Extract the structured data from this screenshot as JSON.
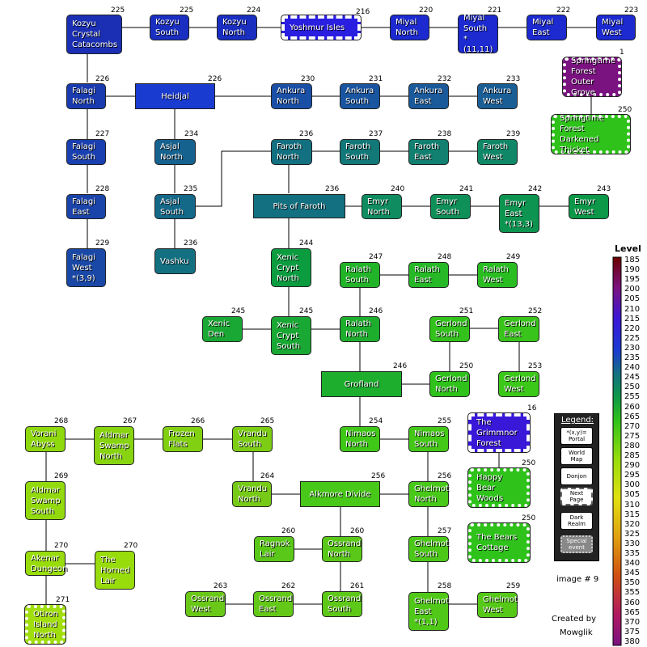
{
  "nodes": [
    {
      "name": "Kozyu\nCrystal\nCatacombs",
      "level": "225",
      "color": "#1a2fb3"
    },
    {
      "name": "Kozyu\nSouth",
      "level": "225",
      "color": "#1a2fc0"
    },
    {
      "name": "Kozyu\nNorth",
      "level": "224",
      "color": "#1a2fc0"
    },
    {
      "name": "Yoshmur Isles",
      "level": "216",
      "color": "#2a1ee0"
    },
    {
      "name": "Miyal\nNorth",
      "level": "220",
      "color": "#1c2ad0"
    },
    {
      "name": "Miyal\nSouth\n*(11,11)",
      "level": "221",
      "color": "#1c2ad0"
    },
    {
      "name": "Miyal\nEast",
      "level": "222",
      "color": "#1c2ad0"
    },
    {
      "name": "Miyal\nWest",
      "level": "223",
      "color": "#1c2ad0"
    },
    {
      "name": "Springtime\nForest\nOuter Grove",
      "level": "1",
      "color": "#7a1280"
    },
    {
      "name": "Falagi\nNorth",
      "level": "226",
      "color": "#1a3bb0"
    },
    {
      "name": "Heidjal",
      "level": "226",
      "color": "#1a3bd0"
    },
    {
      "name": "Ankura\nNorth",
      "level": "230",
      "color": "#1a4fa6"
    },
    {
      "name": "Ankura\nSouth",
      "level": "231",
      "color": "#1a55a0"
    },
    {
      "name": "Ankura\nEast",
      "level": "232",
      "color": "#1a5a9a"
    },
    {
      "name": "Ankura\nWest",
      "level": "233",
      "color": "#1a5e96"
    },
    {
      "name": "Springtime\nForest\nDarkened Thicket",
      "level": "250",
      "color": "#2ec21a"
    },
    {
      "name": "Falagi\nSouth",
      "level": "227",
      "color": "#1a3fb0"
    },
    {
      "name": "Asjal\nNorth",
      "level": "234",
      "color": "#16628f"
    },
    {
      "name": "Faroth\nNorth",
      "level": "236",
      "color": "#137080"
    },
    {
      "name": "Faroth\nSouth",
      "level": "237",
      "color": "#127878"
    },
    {
      "name": "Faroth\nEast",
      "level": "238",
      "color": "#118070"
    },
    {
      "name": "Faroth\nWest",
      "level": "239",
      "color": "#108868"
    },
    {
      "name": "Falagi\nEast",
      "level": "228",
      "color": "#1a44aa"
    },
    {
      "name": "Asjal\nSouth",
      "level": "235",
      "color": "#146888"
    },
    {
      "name": "Pits of Faroth",
      "level": "236",
      "color": "#137080"
    },
    {
      "name": "Emyr\nNorth",
      "level": "240",
      "color": "#0f8c60"
    },
    {
      "name": "Emyr\nSouth",
      "level": "241",
      "color": "#0e9058"
    },
    {
      "name": "Emyr\nEast\n*(13,3)",
      "level": "242",
      "color": "#0d9450"
    },
    {
      "name": "Emyr\nWest",
      "level": "243",
      "color": "#0c9848"
    },
    {
      "name": "Falagi\nWest\n*(3,9)",
      "level": "229",
      "color": "#1a48a6"
    },
    {
      "name": "Vashku",
      "level": "236",
      "color": "#137080"
    },
    {
      "name": "Xenic\nCrypt\nNorth",
      "level": "244",
      "color": "#0b9c40"
    },
    {
      "name": "Ralath\nSouth",
      "level": "247",
      "color": "#22b428"
    },
    {
      "name": "Ralath\nEast",
      "level": "248",
      "color": "#26b826"
    },
    {
      "name": "Ralath\nWest",
      "level": "249",
      "color": "#2abd22"
    },
    {
      "name": "Xenic\nDen",
      "level": "245",
      "color": "#1aa834"
    },
    {
      "name": "Xenic\nCrypt\nSouth",
      "level": "245",
      "color": "#1aa834"
    },
    {
      "name": "Ralath\nNorth",
      "level": "246",
      "color": "#1eae2e"
    },
    {
      "name": "Gerlond\nSouth",
      "level": "251",
      "color": "#33c21c"
    },
    {
      "name": "Gerlond\nEast",
      "level": "252",
      "color": "#38c41a"
    },
    {
      "name": "Grofland",
      "level": "246",
      "color": "#1eae2e"
    },
    {
      "name": "Gerlond\nNorth",
      "level": "250",
      "color": "#2ec21a"
    },
    {
      "name": "Gerlond\nWest",
      "level": "253",
      "color": "#3cc818"
    },
    {
      "name": "Vorani\nAbyss",
      "level": "268",
      "color": "#8ed80e"
    },
    {
      "name": "Aldmar\nSwamp\nNorth",
      "level": "267",
      "color": "#88d410"
    },
    {
      "name": "Frozen\nFlats",
      "level": "266",
      "color": "#82d012"
    },
    {
      "name": "Vrandu\nSouth",
      "level": "265",
      "color": "#7ccd14"
    },
    {
      "name": "Nimaos\nNorth",
      "level": "254",
      "color": "#40c818"
    },
    {
      "name": "Nimaos\nSouth",
      "level": "255",
      "color": "#44c818"
    },
    {
      "name": "The\nGrimmnor\nForest",
      "level": "16",
      "color": "#3a18d8"
    },
    {
      "name": "Happy Bear\nWoods",
      "level": "250",
      "color": "#2ec21a"
    },
    {
      "name": "Aldmar\nSwamp\nSouth",
      "level": "269",
      "color": "#92da0e"
    },
    {
      "name": "Vrandu\nNorth",
      "level": "264",
      "color": "#76ca16"
    },
    {
      "name": "Alkmore Divide",
      "level": "256",
      "color": "#48c818"
    },
    {
      "name": "Ghelmot\nNorth",
      "level": "256",
      "color": "#48c818"
    },
    {
      "name": "The Bears\nCottage",
      "level": "250",
      "color": "#2ec21a"
    },
    {
      "name": "Ragnok\nLair",
      "level": "260",
      "color": "#5ac818"
    },
    {
      "name": "Ossrand\nNorth",
      "level": "260",
      "color": "#5ac818"
    },
    {
      "name": "Ghelmot\nSouth",
      "level": "257",
      "color": "#4cc818"
    },
    {
      "name": "Akenar\nDungeon",
      "level": "270",
      "color": "#98dc0c"
    },
    {
      "name": "The\nHorned\nLair",
      "level": "270",
      "color": "#98dc0c"
    },
    {
      "name": "Ossrand\nWest",
      "level": "263",
      "color": "#6ac818"
    },
    {
      "name": "Ossrand\nEast",
      "level": "262",
      "color": "#64c818"
    },
    {
      "name": "Ossrand\nSouth",
      "level": "261",
      "color": "#5ec818"
    },
    {
      "name": "Ghelmot\nEast\n*(1,1)",
      "level": "258",
      "color": "#50c818"
    },
    {
      "name": "Ghelmot\nWest",
      "level": "259",
      "color": "#56c818"
    },
    {
      "name": "Otiron\nIsland\nNorth",
      "level": "271",
      "color": "#a0de0c"
    }
  ],
  "scale": {
    "title": "Level",
    "ticks": [
      "185",
      "190",
      "195",
      "200",
      "205",
      "210",
      "215",
      "220",
      "225",
      "230",
      "235",
      "240",
      "245",
      "250",
      "255",
      "260",
      "265",
      "270",
      "275",
      "280",
      "285",
      "290",
      "295",
      "300",
      "305",
      "310",
      "315",
      "320",
      "325",
      "330",
      "335",
      "340",
      "345",
      "350",
      "355",
      "360",
      "365",
      "370",
      "375",
      "380"
    ]
  },
  "legend": {
    "title": "Legend:",
    "items": [
      "*(x,y)=\nPortal",
      "World\nMap",
      "Donjon",
      "Next\nPage",
      "Dark\nRealm",
      "Special\nevent"
    ]
  },
  "footer": {
    "image_label": "image # 9",
    "created_by": "Created by",
    "author": "Mowglik"
  }
}
